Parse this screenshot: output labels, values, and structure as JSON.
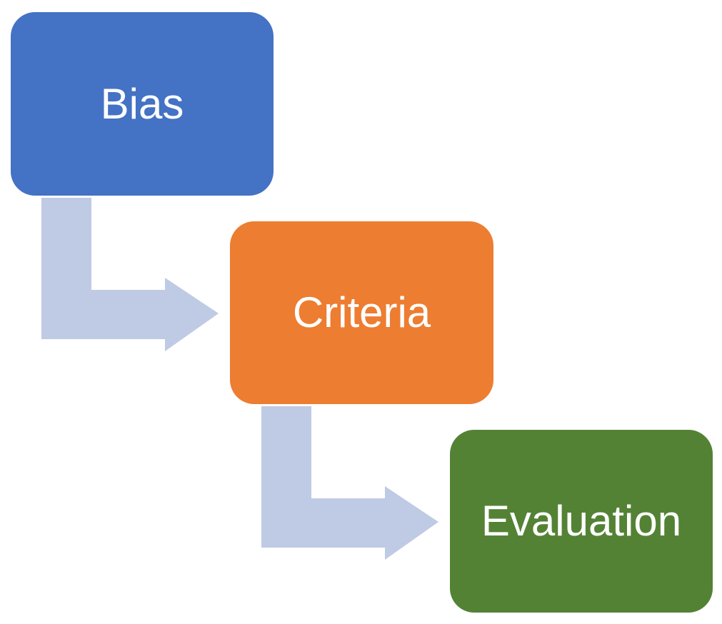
{
  "diagram": {
    "steps": [
      {
        "label": "Bias",
        "color": "#4472C4"
      },
      {
        "label": "Criteria",
        "color": "#ED7D31"
      },
      {
        "label": "Evaluation",
        "color": "#548235"
      }
    ],
    "connector_color": "#BFCAE4"
  }
}
